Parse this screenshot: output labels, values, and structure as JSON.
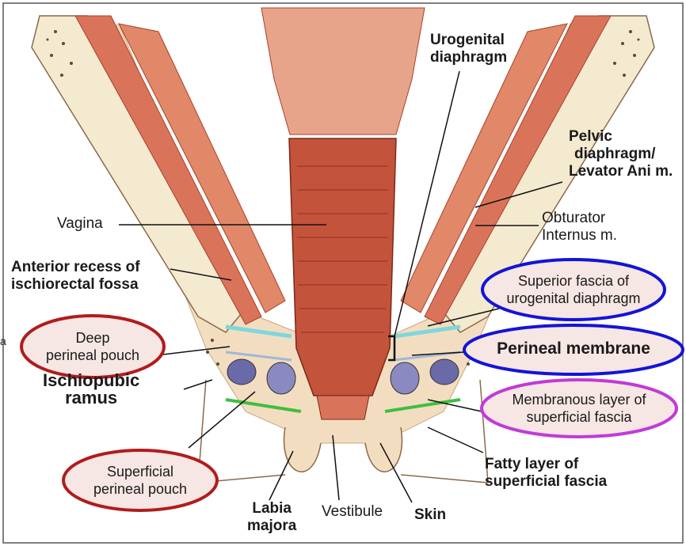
{
  "labels": {
    "urogenital_diaphragm": [
      "Urogenital",
      "diaphragm"
    ],
    "pelvic_diaphragm": [
      "Pelvic",
      "diaphragm/",
      "Levator Ani m."
    ],
    "vagina": "Vagina",
    "obturator_internus": [
      "Obturator",
      "Internus m."
    ],
    "anterior_recess": [
      "Anterior recess of",
      "ischiorectal fossa"
    ],
    "ischiopubic_ramus": [
      "Ischiopubic",
      "ramus"
    ],
    "vestibule": "Vestibule",
    "skin": "Skin",
    "labia_majora": [
      "Labia",
      "majora"
    ],
    "fatty_layer": [
      "Fatty layer of",
      "superficial fascia"
    ],
    "edge_letter": "a"
  },
  "ovals": {
    "deep_perineal_pouch": {
      "lines": [
        "Deep",
        "perineal pouch"
      ],
      "color": "#b11c1c"
    },
    "superficial_perineal_pouch": {
      "lines": [
        "Superficial",
        "perineal pouch"
      ],
      "color": "#b11c1c"
    },
    "superior_fascia": {
      "lines": [
        "Superior fascia of",
        "urogenital diaphragm"
      ],
      "color": "#1414d6"
    },
    "perineal_membrane": {
      "lines": [
        "Perineal membrane"
      ],
      "color": "#1414d6"
    },
    "membranous_layer": {
      "lines": [
        "Membranous layer of",
        "superficial fascia"
      ],
      "color": "#c23ad6"
    }
  },
  "colors": {
    "muscle": "#d9745a",
    "muscle_dark": "#b8503a",
    "fat": "#f3ddc0",
    "bone": "#f4ead0",
    "vagina": "#b8422e",
    "oval_fill": "#f6e6e4",
    "membrane_cyan": "#7fd6dc",
    "membrane_green": "#3fbf3f"
  }
}
